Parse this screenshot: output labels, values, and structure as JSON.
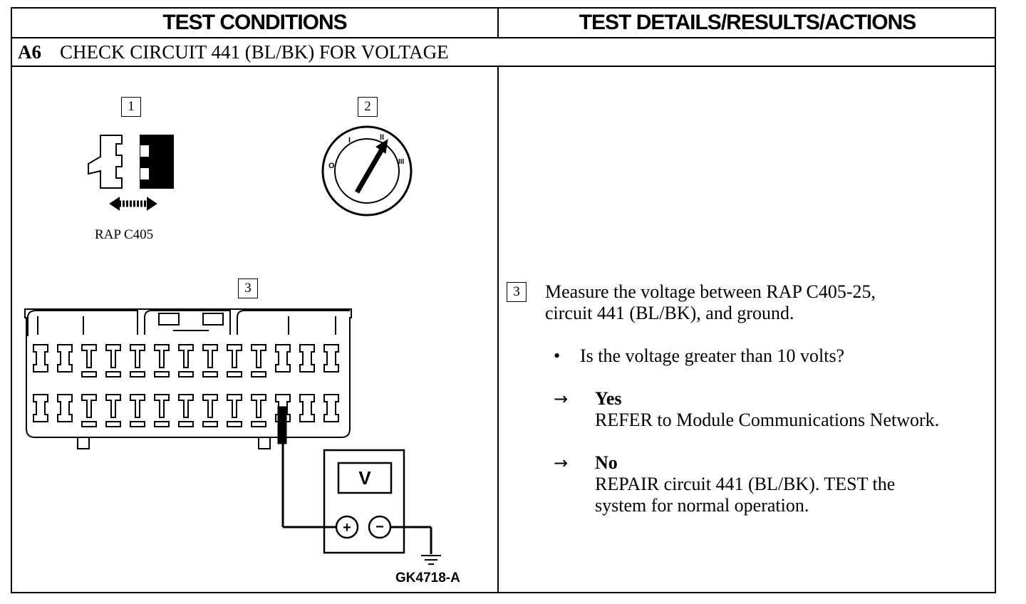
{
  "header": {
    "left_title": "TEST CONDITIONS",
    "right_title": "TEST DETAILS/RESULTS/ACTIONS"
  },
  "step": {
    "id": "A6",
    "title": "CHECK CIRCUIT 441 (BL/BK) FOR VOLTAGE"
  },
  "diagram": {
    "callouts": [
      "1",
      "2",
      "3"
    ],
    "connector_label": "RAP C405",
    "meter_symbol": "V",
    "plus_symbol": "+",
    "minus_symbol": "−",
    "ignition_positions": [
      "O",
      "I",
      "II",
      "III"
    ],
    "figure_id": "GK4718-A",
    "icons": [
      "connector-disconnect-icon",
      "ignition-switch-icon",
      "connector-pinout-icon",
      "voltmeter-icon",
      "ground-icon"
    ]
  },
  "details": {
    "callout": "3",
    "instruction_line1": "Measure the voltage between RAP C405-25,",
    "instruction_line2": "circuit 441 (BL/BK), and ground.",
    "bullet": "•",
    "question": "Is the voltage greater than 10 volts?",
    "arrow": "→",
    "yes_label": "Yes",
    "yes_action": "REFER to Module Communications Network.",
    "no_label": "No",
    "no_action_line1": "REPAIR circuit 441 (BL/BK). TEST the",
    "no_action_line2": "system for normal operation."
  }
}
